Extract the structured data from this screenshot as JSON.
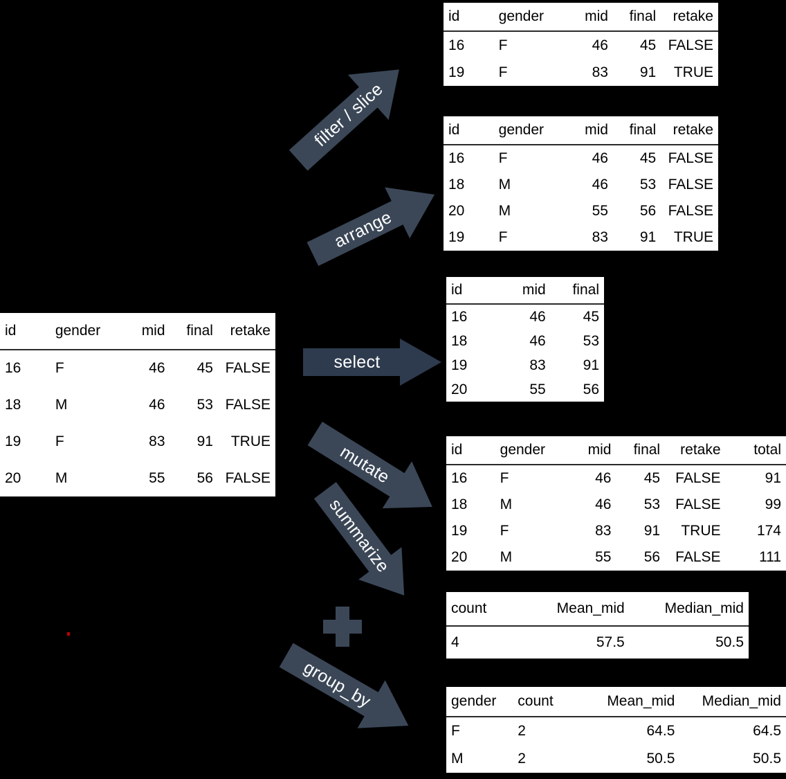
{
  "theme": {
    "background": "#000000",
    "table_background": "#ffffff",
    "text": "#000000",
    "highlight": "#c00000",
    "arrow_fill": "#3b4757",
    "arrow_label": "#ffffff"
  },
  "source_table": {
    "name": "source-table",
    "columns": [
      "id",
      "gender",
      "mid",
      "final",
      "retake"
    ],
    "rows": [
      [
        "16",
        "F",
        "46",
        "45",
        "FALSE"
      ],
      [
        "18",
        "M",
        "46",
        "53",
        "FALSE"
      ],
      [
        "19",
        "F",
        "83",
        "91",
        "TRUE"
      ],
      [
        "20",
        "M",
        "55",
        "56",
        "FALSE"
      ]
    ]
  },
  "arrows": [
    {
      "name": "filter-slice",
      "label": "filter / slice"
    },
    {
      "name": "arrange",
      "label": "arrange"
    },
    {
      "name": "select",
      "label": "select"
    },
    {
      "name": "mutate",
      "label": "mutate"
    },
    {
      "name": "summarize",
      "label": "summarize"
    },
    {
      "name": "group_by",
      "label": "group_by"
    }
  ],
  "plus_symbol": "+",
  "results": {
    "filter": {
      "name": "filter-table",
      "columns": [
        "id",
        "gender",
        "mid",
        "final",
        "retake"
      ],
      "highlight_columns": [
        "gender"
      ],
      "rows": [
        [
          "16",
          "F",
          "46",
          "45",
          "FALSE"
        ],
        [
          "19",
          "F",
          "83",
          "91",
          "TRUE"
        ]
      ]
    },
    "arrange": {
      "name": "arrange-table",
      "columns": [
        "id",
        "gender",
        "mid",
        "final",
        "retake"
      ],
      "highlight_columns": [
        "final"
      ],
      "rows": [
        [
          "16",
          "F",
          "46",
          "45",
          "FALSE"
        ],
        [
          "18",
          "M",
          "46",
          "53",
          "FALSE"
        ],
        [
          "20",
          "M",
          "55",
          "56",
          "FALSE"
        ],
        [
          "19",
          "F",
          "83",
          "91",
          "TRUE"
        ]
      ]
    },
    "select": {
      "name": "select-table",
      "columns": [
        "id",
        "mid",
        "final"
      ],
      "highlight_columns": [
        "id",
        "mid",
        "final"
      ],
      "rows": [
        [
          "16",
          "46",
          "45"
        ],
        [
          "18",
          "46",
          "53"
        ],
        [
          "19",
          "83",
          "91"
        ],
        [
          "20",
          "55",
          "56"
        ]
      ]
    },
    "mutate": {
      "name": "mutate-table",
      "columns": [
        "id",
        "gender",
        "mid",
        "final",
        "retake",
        "total"
      ],
      "highlight_columns": [
        "total"
      ],
      "rows": [
        [
          "16",
          "F",
          "46",
          "45",
          "FALSE",
          "91"
        ],
        [
          "18",
          "M",
          "46",
          "53",
          "FALSE",
          "99"
        ],
        [
          "19",
          "F",
          "83",
          "91",
          "TRUE",
          "174"
        ],
        [
          "20",
          "M",
          "55",
          "56",
          "FALSE",
          "111"
        ]
      ]
    },
    "summarize": {
      "name": "summarize-table",
      "columns": [
        "count",
        "Mean_mid",
        "Median_mid"
      ],
      "highlight_columns": [
        "count",
        "Mean_mid",
        "Median_mid"
      ],
      "rows": [
        [
          "4",
          "57.5",
          "50.5"
        ]
      ]
    },
    "group_by": {
      "name": "groupby-table",
      "columns": [
        "gender",
        "count",
        "Mean_mid",
        "Median_mid"
      ],
      "highlight_columns": [
        "count",
        "Mean_mid",
        "Median_mid"
      ],
      "rows": [
        [
          "F",
          "2",
          "64.5",
          "64.5"
        ],
        [
          "M",
          "2",
          "50.5",
          "50.5"
        ]
      ]
    }
  }
}
